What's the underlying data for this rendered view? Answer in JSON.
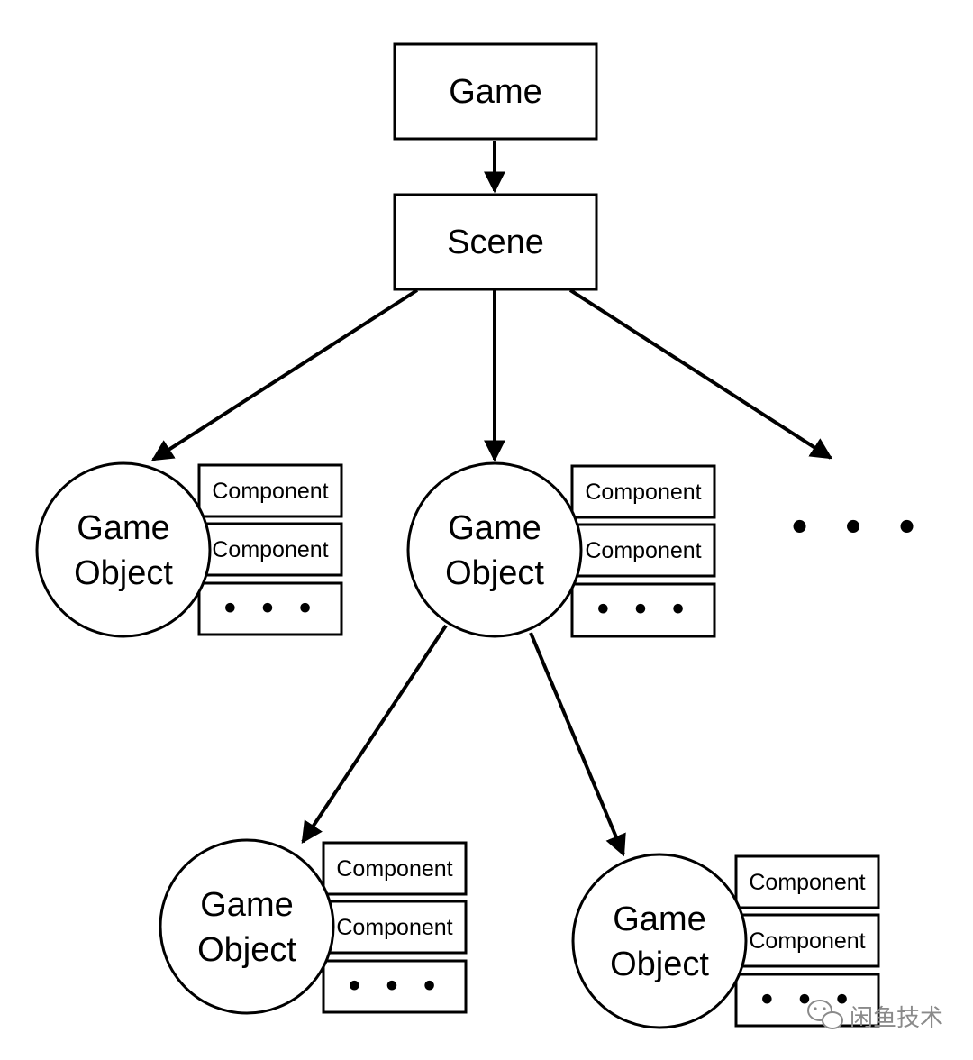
{
  "nodes": {
    "game": {
      "label": "Game"
    },
    "scene": {
      "label": "Scene"
    },
    "game_object_line1": "Game",
    "game_object_line2": "Object",
    "component_label": "Component",
    "more_label": "• • •",
    "more_children": "• • •"
  },
  "watermark": {
    "text": "闲鱼技术",
    "icon": "wechat-icon"
  },
  "colors": {
    "stroke": "#000000",
    "background": "#ffffff",
    "watermark": "#8a8a8a"
  }
}
